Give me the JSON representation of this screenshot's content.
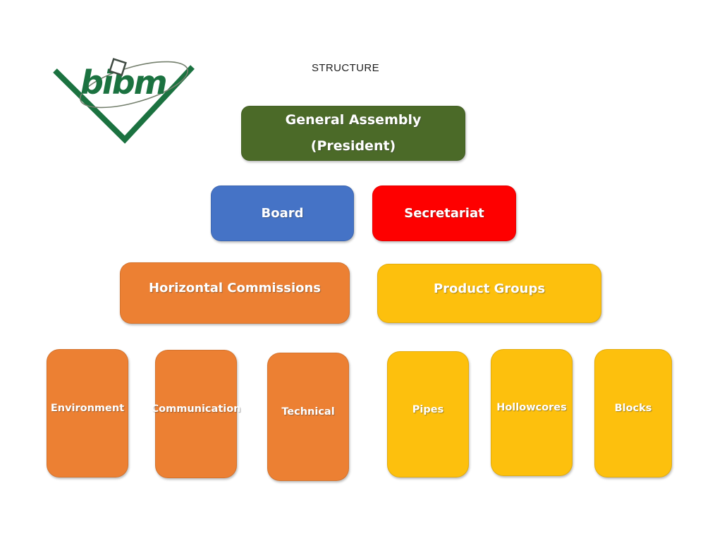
{
  "title": "STRUCTURE",
  "logo": {
    "text": "bibm",
    "brand_green": "#1b7240",
    "orbit_gray": "#75806e"
  },
  "colors": {
    "general_assembly_green": "#4b6a28",
    "board_blue": "#4573c6",
    "secretariat_red": "#fe0000",
    "commissions_orange": "#ec8033",
    "product_groups_gold": "#fdc00d",
    "text_on_box": "#ffffff",
    "title_text": "#1f1f1f"
  },
  "nodes": {
    "general_assembly": {
      "label_line1": "General Assembly",
      "label_line2": "(President)"
    },
    "board": {
      "label": "Board"
    },
    "secretariat": {
      "label": "Secretariat"
    },
    "horizontal_commissions": {
      "label": "Horizontal Commissions"
    },
    "product_groups": {
      "label": "Product Groups"
    },
    "environment": {
      "label": "Environment"
    },
    "communication": {
      "label": "Communication"
    },
    "technical": {
      "label": "Technical"
    },
    "pipes": {
      "label": "Pipes"
    },
    "hollowcores": {
      "label": "Hollowcores"
    },
    "blocks": {
      "label": "Blocks"
    }
  }
}
